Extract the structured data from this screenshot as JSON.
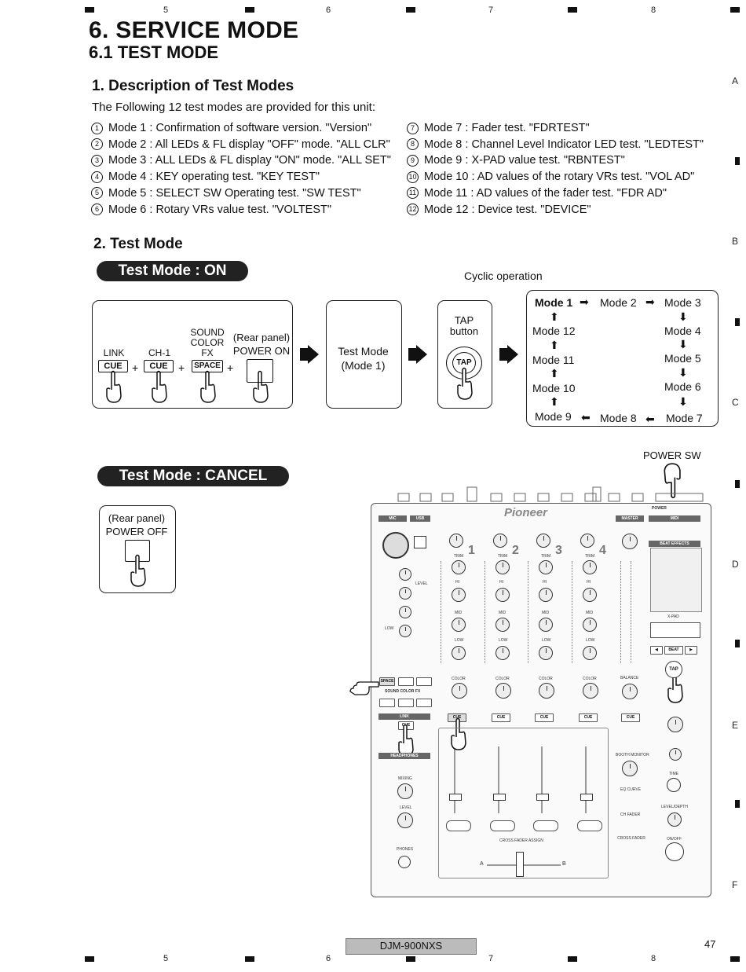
{
  "frame": {
    "col_numbers": [
      "5",
      "6",
      "7",
      "8"
    ],
    "row_letters": [
      "A",
      "B",
      "C",
      "D",
      "E",
      "F"
    ]
  },
  "title": "6. SERVICE MODE",
  "subtitle": "6.1  TEST MODE",
  "section1": {
    "heading": "1. Description of Test Modes",
    "intro": "The Following 12 test modes are provided for this unit:",
    "modes_left": [
      {
        "num": "1",
        "text": "Mode 1 : Confirmation of software version. \"Version\""
      },
      {
        "num": "2",
        "text": "Mode 2 : All LEDs & FL display \"OFF\" mode. \"ALL CLR\""
      },
      {
        "num": "3",
        "text": "Mode 3 : ALL LEDs & FL display \"ON\" mode. \"ALL SET\""
      },
      {
        "num": "4",
        "text": "Mode 4 : KEY operating test. \"KEY TEST\""
      },
      {
        "num": "5",
        "text": "Mode 5 : SELECT SW Operating test. \"SW TEST\""
      },
      {
        "num": "6",
        "text": "Mode 6 : Rotary VRs value test. \"VOLTEST\""
      }
    ],
    "modes_right": [
      {
        "num": "7",
        "text": "Mode 7 : Fader test. \"FDRTEST\""
      },
      {
        "num": "8",
        "text": "Mode 8 : Channel Level Indicator LED test. \"LEDTEST\""
      },
      {
        "num": "9",
        "text": "Mode 9 : X-PAD value test. \"RBNTEST\""
      },
      {
        "num": "10",
        "text": "Mode 10 : AD values of the rotary VRs test. \"VOL AD\""
      },
      {
        "num": "11",
        "text": "Mode 11 : AD values of the fader test. \"FDR AD\""
      },
      {
        "num": "12",
        "text": "Mode 12 : Device test. \"DEVICE\""
      }
    ]
  },
  "section2": {
    "heading": "2. Test Mode",
    "on_label": "Test Mode : ON",
    "cyclic_label": "Cyclic operation",
    "step1": {
      "link_label": "LINK",
      "ch1_label": "CH-1",
      "sound_label": "SOUND\nCOLOR\nFX",
      "rear_label": "(Rear panel)\nPOWER ON",
      "cue_key": "CUE",
      "space_key": "SPACE",
      "plus": "+"
    },
    "step2": "Test Mode\n(Mode 1)",
    "step3": {
      "label": "TAP\nbutton",
      "key": "TAP"
    },
    "cycle": {
      "mode1": "Mode 1",
      "mode2": "Mode 2",
      "mode3": "Mode 3",
      "mode4": "Mode 4",
      "mode5": "Mode 5",
      "mode6": "Mode 6",
      "mode7": "Mode 7",
      "mode8": "Mode 8",
      "mode9": "Mode 9",
      "mode10": "Mode 10",
      "mode11": "Mode 11",
      "mode12": "Mode 12"
    },
    "cancel_label": "Test Mode : CANCEL",
    "power_off": "(Rear panel)\nPOWER OFF",
    "power_sw": "POWER SW"
  },
  "mixer": {
    "brand": "Pioneer",
    "power": "POWER",
    "mic_tag": "MIC",
    "usb_tag": "USB",
    "master_tag": "MASTER",
    "midi_tag": "MIDI",
    "beat_effects_tag": "BEAT EFFECTS",
    "ch_numbers": [
      "1",
      "2",
      "3",
      "4"
    ],
    "trim": "TRIM",
    "hi": "HI",
    "mid": "MID",
    "low": "LOW",
    "color": "COLOR",
    "cue": "CUE",
    "level": "LEVEL",
    "balance": "BALANCE",
    "booth_monitor": "BOOTH MONITOR",
    "sound_color_fx": "SOUND COLOR FX",
    "space": "SPACE",
    "link": "LINK",
    "headphones": "HEADPHONES",
    "mixing": "MIXING",
    "phones": "PHONES",
    "xpad": "X-PAD",
    "beat": "BEAT",
    "tap": "TAP",
    "time": "TIME",
    "level_depth": "LEVEL/DEPTH",
    "on_off": "ON/OFF",
    "eq_curve": "EQ CURVE",
    "ch_fader": "CH FADER",
    "cross_fader": "CROSS FADER",
    "cross_fader_assign": "CROSS FADER ASSIGN",
    "xf_a": "A",
    "xf_b": "B"
  },
  "footer": {
    "model": "DJM-900NXS",
    "page": "47"
  }
}
